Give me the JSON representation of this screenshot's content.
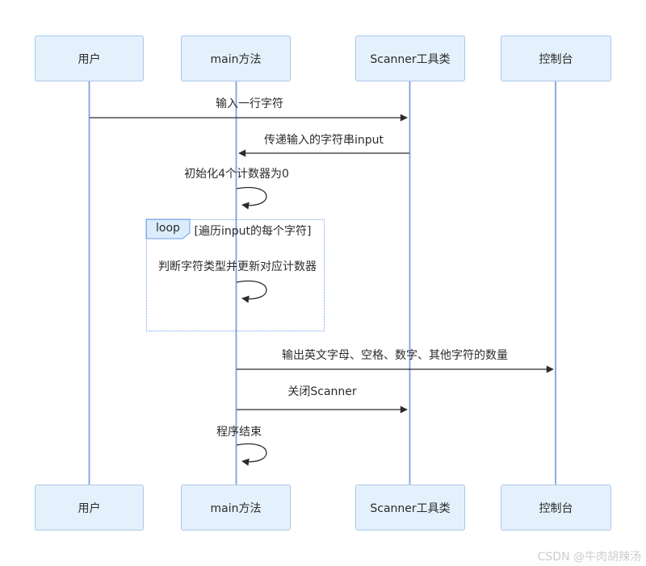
{
  "diagram": {
    "type": "sequence-diagram",
    "participants": [
      {
        "label": "用户"
      },
      {
        "label": "main方法"
      },
      {
        "label": "Scanner工具类"
      },
      {
        "label": "控制台"
      }
    ],
    "messages": [
      {
        "text": "输入一行字符",
        "from": "用户",
        "to": "Scanner工具类",
        "kind": "solid-arrow"
      },
      {
        "text": "传递输入的字符串input",
        "from": "Scanner工具类",
        "to": "main方法",
        "kind": "solid-arrow"
      },
      {
        "text": "初始化4个计数器为0",
        "from": "main方法",
        "to": "main方法",
        "kind": "self-loop"
      },
      {
        "text": "判断字符类型并更新对应计数器",
        "from": "main方法",
        "to": "main方法",
        "kind": "self-loop"
      },
      {
        "text": "输出英文字母、空格、数字、其他字符的数量",
        "from": "main方法",
        "to": "控制台",
        "kind": "solid-arrow"
      },
      {
        "text": "关闭Scanner",
        "from": "main方法",
        "to": "Scanner工具类",
        "kind": "solid-arrow"
      },
      {
        "text": "程序结束",
        "from": "main方法",
        "to": "main方法",
        "kind": "self-loop"
      }
    ],
    "loop": {
      "label": "loop",
      "condition": "[遍历input的每个字符]"
    },
    "watermark": "CSDN @牛肉胡辣汤",
    "colors": {
      "participant_fill": "#e4f1fc",
      "participant_border": "#a9c8ea",
      "lifeline": "#7da2e0",
      "arrow": "#2b2b2b",
      "loop_border": "#6d9eea",
      "loop_tab_fill": "#dbecfb",
      "text": "#2b2b2b",
      "watermark": "#cccccc",
      "background": "#ffffff"
    }
  }
}
